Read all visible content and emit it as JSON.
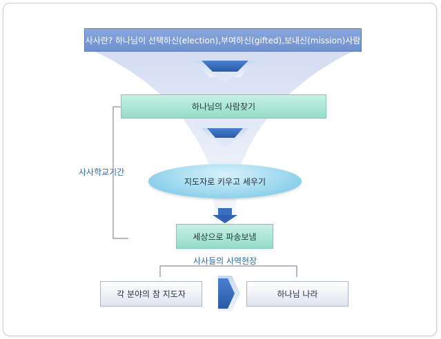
{
  "boxes": {
    "top": "사사란? 하나님이 선택하신(election),부여하신(gifted),보내신(mission)사람",
    "find": "하나님의 사람찾기",
    "raise": "지도자로 키우고 세우기",
    "send": "세상으로 파송보냄",
    "leader": "각 분야의 참 지도자",
    "kingdom": "하나님 나라"
  },
  "labels": {
    "period": "사사학교기간",
    "mission_field": "사사들의 사역현장"
  },
  "colors": {
    "top_box": "#7b98d6",
    "mint_box": "#a8e4d4",
    "ellipse": "#9fd9ef",
    "arrow": "#3f6fbf",
    "label_text": "#2b6aa8"
  }
}
